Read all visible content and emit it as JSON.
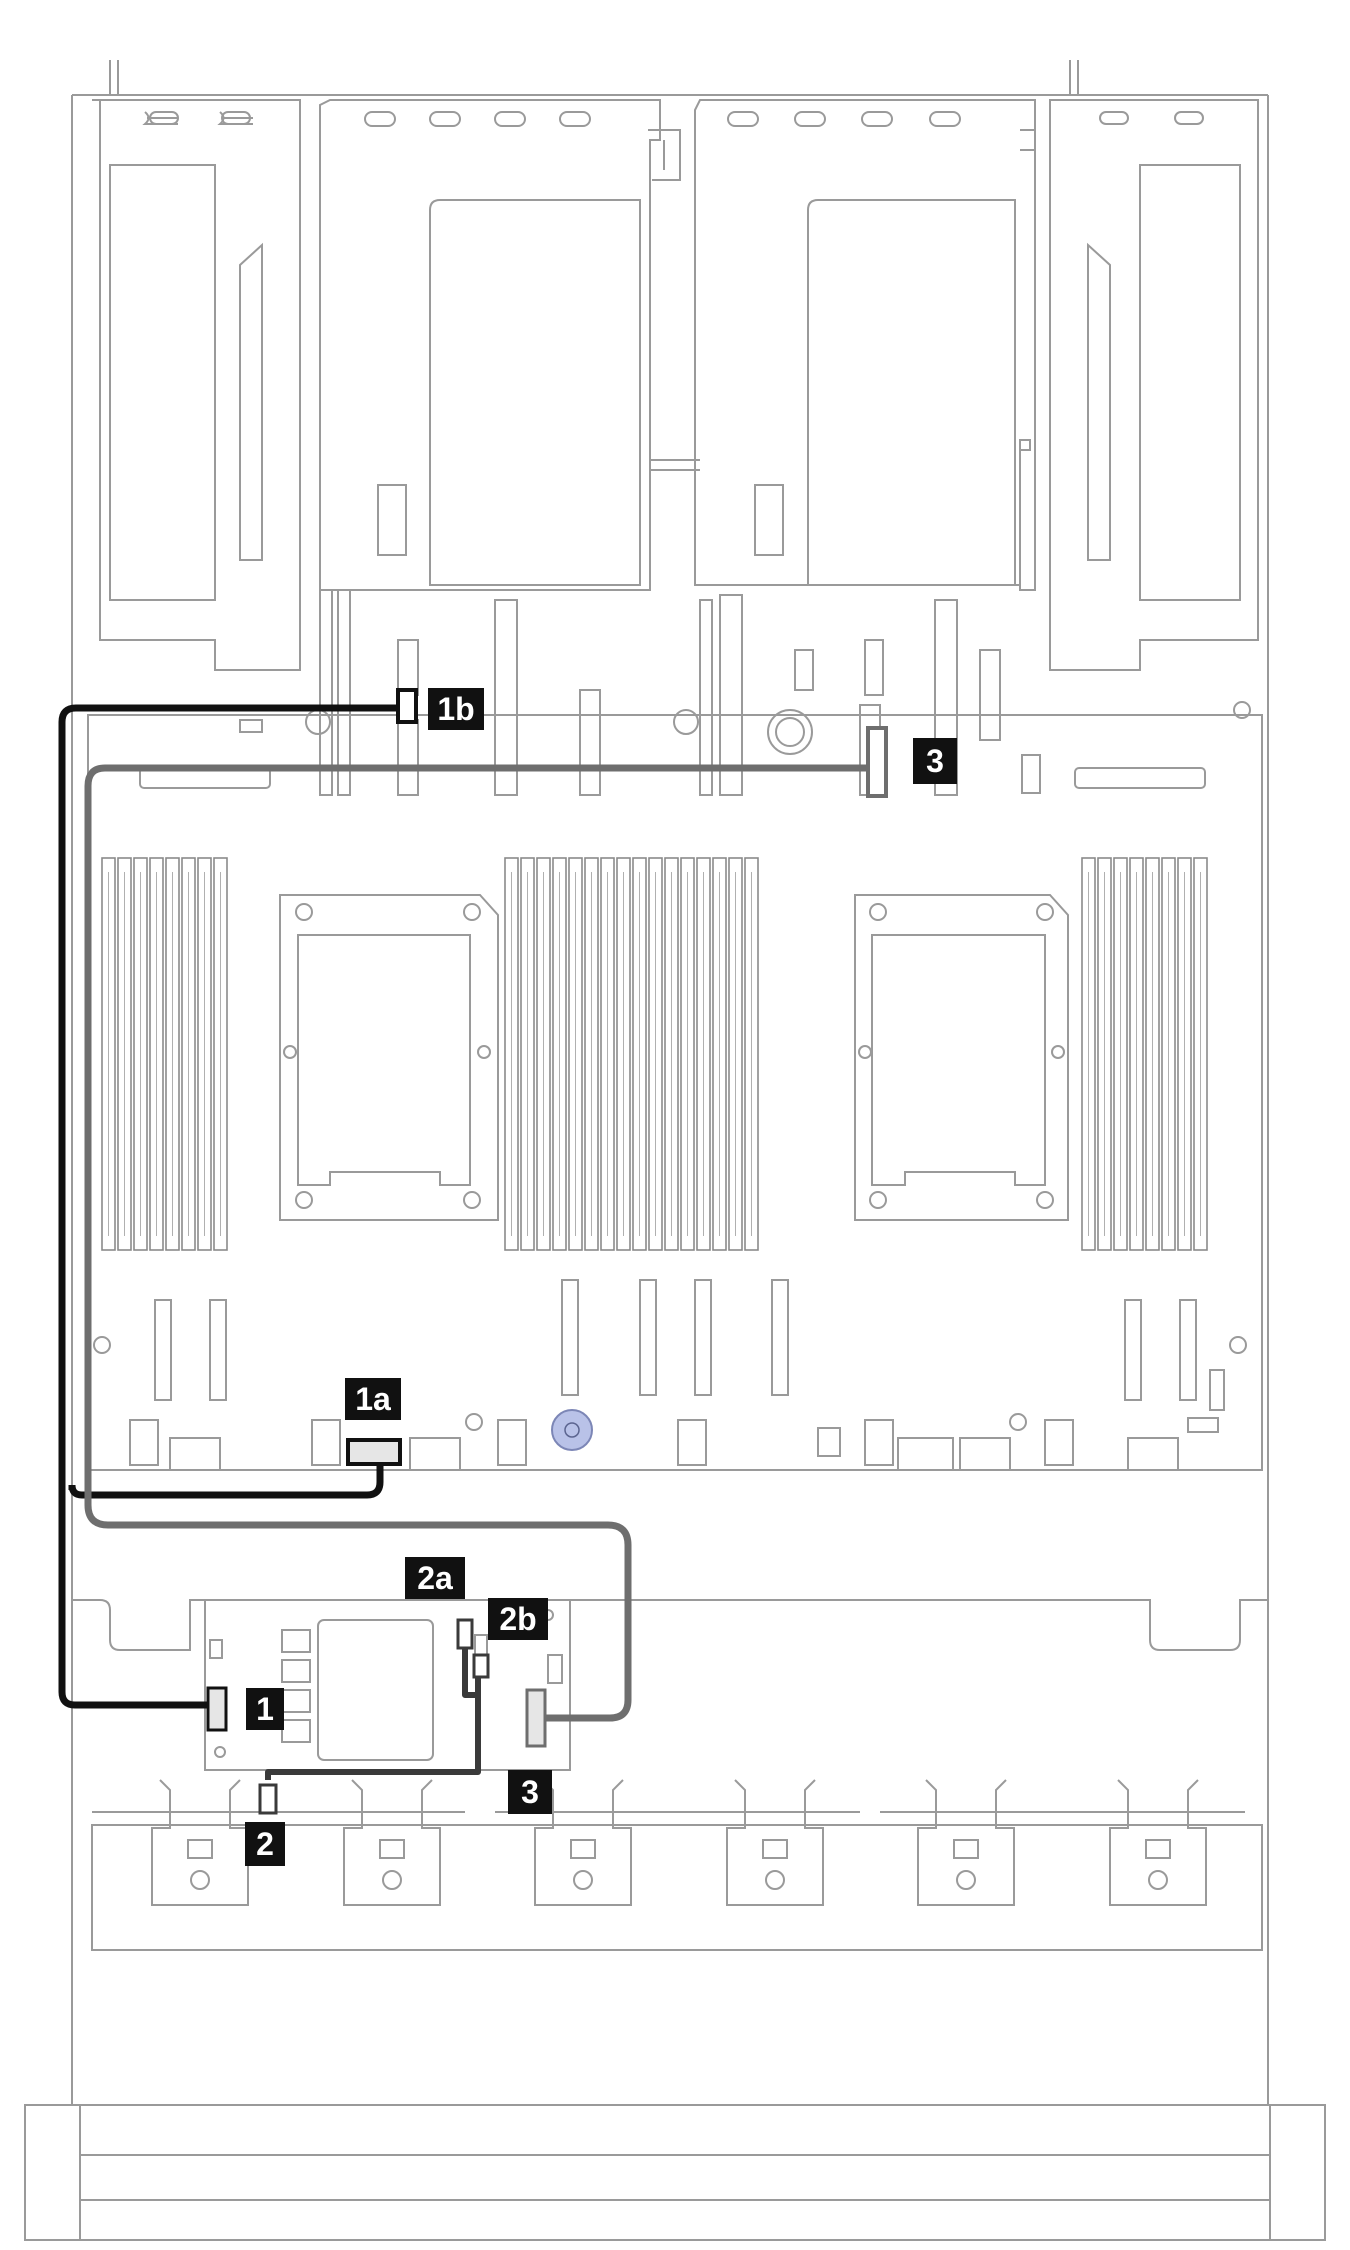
{
  "diagram": {
    "colors": {
      "outline": "#9a9a9a",
      "cable_black": "#111111",
      "cable_gray": "#6e6e6e",
      "callout_bg": "#111111",
      "callout_text": "#ffffff",
      "screw_accent": "#b9c2e8"
    },
    "callouts": [
      {
        "id": "1b",
        "label": "1b"
      },
      {
        "id": "3-top",
        "label": "3"
      },
      {
        "id": "1a",
        "label": "1a"
      },
      {
        "id": "2a",
        "label": "2a"
      },
      {
        "id": "2b",
        "label": "2b"
      },
      {
        "id": "1",
        "label": "1"
      },
      {
        "id": "3-bottom",
        "label": "3"
      },
      {
        "id": "2",
        "label": "2"
      }
    ],
    "cables": [
      {
        "id": "cable-1",
        "color": "black"
      },
      {
        "id": "cable-2",
        "color": "dark-gray"
      },
      {
        "id": "cable-3",
        "color": "gray"
      }
    ]
  }
}
